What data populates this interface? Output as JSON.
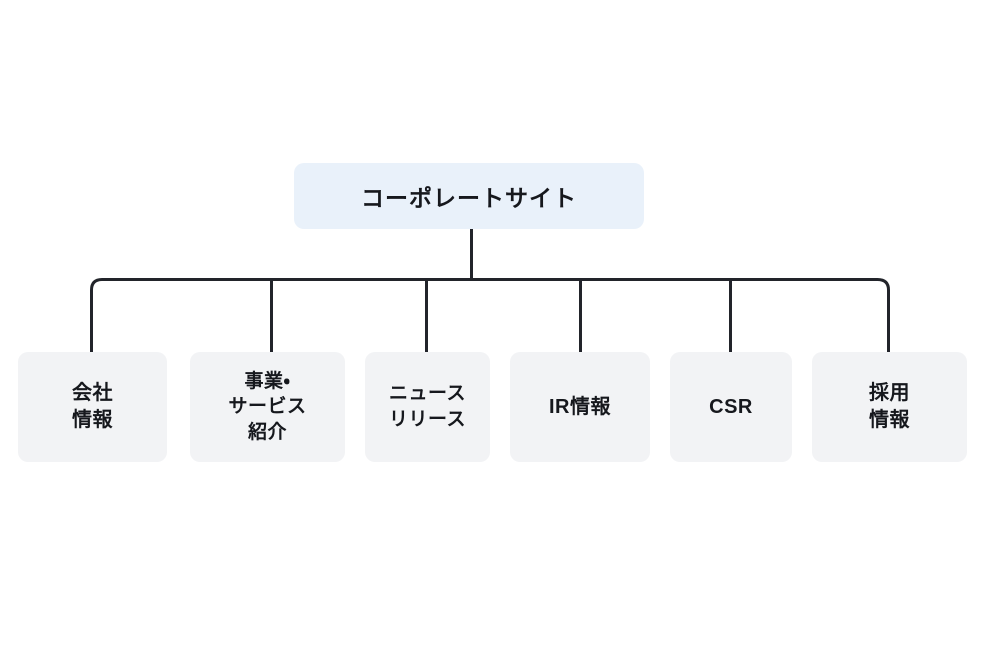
{
  "diagram": {
    "type": "tree-hierarchy",
    "orientation": "top-down",
    "background_color": "#ffffff",
    "connector_color": "#22242a",
    "root": {
      "label": "コーポレートサイト",
      "fill_color": "#e9f1fa",
      "text_color": "#16181d"
    },
    "children": [
      {
        "id": "company-info",
        "label": "会社情報",
        "lines": [
          "会社",
          "情報"
        ],
        "fill_color": "#f2f3f5",
        "text_color": "#16181d"
      },
      {
        "id": "business-services",
        "label": "事業・サービス紹介",
        "lines": [
          "事業・",
          "サービス",
          "紹介"
        ],
        "fill_color": "#f2f3f5",
        "text_color": "#16181d"
      },
      {
        "id": "news-release",
        "label": "ニュースリリース",
        "lines": [
          "ニュース",
          "リリース"
        ],
        "fill_color": "#f2f3f5",
        "text_color": "#16181d"
      },
      {
        "id": "ir-info",
        "label": "IR情報",
        "lines": [
          "IR情報"
        ],
        "fill_color": "#f2f3f5",
        "text_color": "#16181d"
      },
      {
        "id": "csr",
        "label": "CSR",
        "lines": [
          "CSR"
        ],
        "fill_color": "#f2f3f5",
        "text_color": "#16181d"
      },
      {
        "id": "recruit-info",
        "label": "採用情報",
        "lines": [
          "採用",
          "情報"
        ],
        "fill_color": "#f2f3f5",
        "text_color": "#16181d"
      }
    ]
  }
}
